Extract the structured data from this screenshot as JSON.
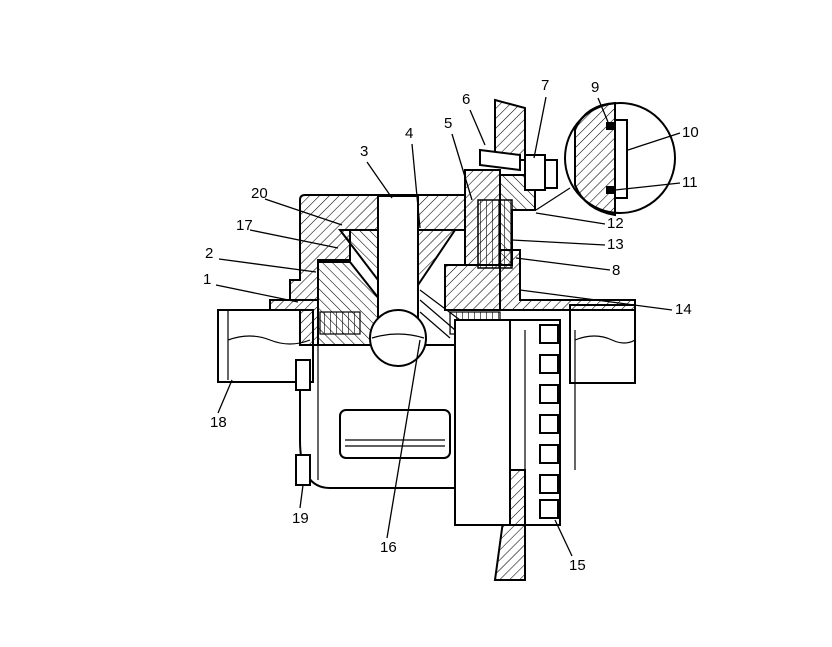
{
  "figure": {
    "callouts": [
      {
        "id": "c1",
        "text": "1"
      },
      {
        "id": "c2",
        "text": "2"
      },
      {
        "id": "c3",
        "text": "3"
      },
      {
        "id": "c4",
        "text": "4"
      },
      {
        "id": "c5",
        "text": "5"
      },
      {
        "id": "c6",
        "text": "6"
      },
      {
        "id": "c7",
        "text": "7"
      },
      {
        "id": "c8",
        "text": "8"
      },
      {
        "id": "c9",
        "text": "9"
      },
      {
        "id": "c10",
        "text": "10"
      },
      {
        "id": "c11",
        "text": "11"
      },
      {
        "id": "c12",
        "text": "12"
      },
      {
        "id": "c13",
        "text": "13"
      },
      {
        "id": "c14",
        "text": "14"
      },
      {
        "id": "c15",
        "text": "15"
      },
      {
        "id": "c16",
        "text": "16"
      },
      {
        "id": "c17",
        "text": "17"
      },
      {
        "id": "c18",
        "text": "18"
      },
      {
        "id": "c19",
        "text": "19"
      },
      {
        "id": "c20",
        "text": "20"
      }
    ]
  }
}
